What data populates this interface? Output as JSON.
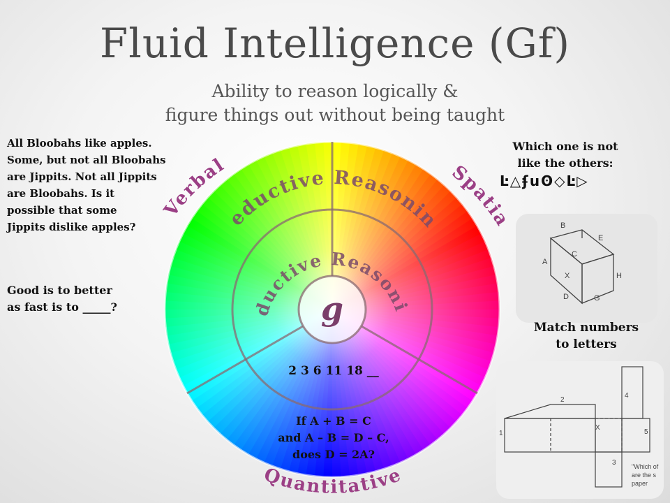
{
  "title": "Fluid Intelligence (Gf)",
  "subtitle_line1": "Ability to reason logically &",
  "subtitle_line2": "figure things out without being taught",
  "wheel": {
    "center": "g",
    "outer_ring": "Deductive Reasoning",
    "inner_ring": "Inductive Reasoning",
    "number_series": "2 3 6 11 18 __",
    "quantitative_problem": [
      "If A + B = C",
      "and A – B = D – C,",
      "does D = 2A?"
    ]
  },
  "domains": {
    "verbal": "Verbal",
    "spatial": "Spatial",
    "quantitative": "Quantitative"
  },
  "verbal_examples": {
    "syllogism": [
      "All Bloobahs like apples.",
      "Some, but not all Bloobahs",
      "are Jippits. Not all Jippits",
      "are Bloobahs. Is it",
      "possible that some",
      "Jippits dislike apples?"
    ],
    "analogy_line1": "Good is to better",
    "analogy_line2": "as  fast is to _____?"
  },
  "spatial_examples": {
    "odd_one_line1": "Which one is not",
    "odd_one_line2": "like the others:",
    "odd_one_glyphs": "Ŀ△ʄuʘ◇Ŀ▷",
    "match_line1": "Match numbers",
    "match_line2": "to letters",
    "figure1_labels": [
      "A",
      "B",
      "C",
      "D",
      "E",
      "G",
      "H",
      "X"
    ],
    "figure2_labels": [
      "1",
      "2",
      "3",
      "4",
      "5",
      "X"
    ],
    "figure2_caption": [
      "\"Which of",
      "are the s",
      "paper"
    ]
  }
}
